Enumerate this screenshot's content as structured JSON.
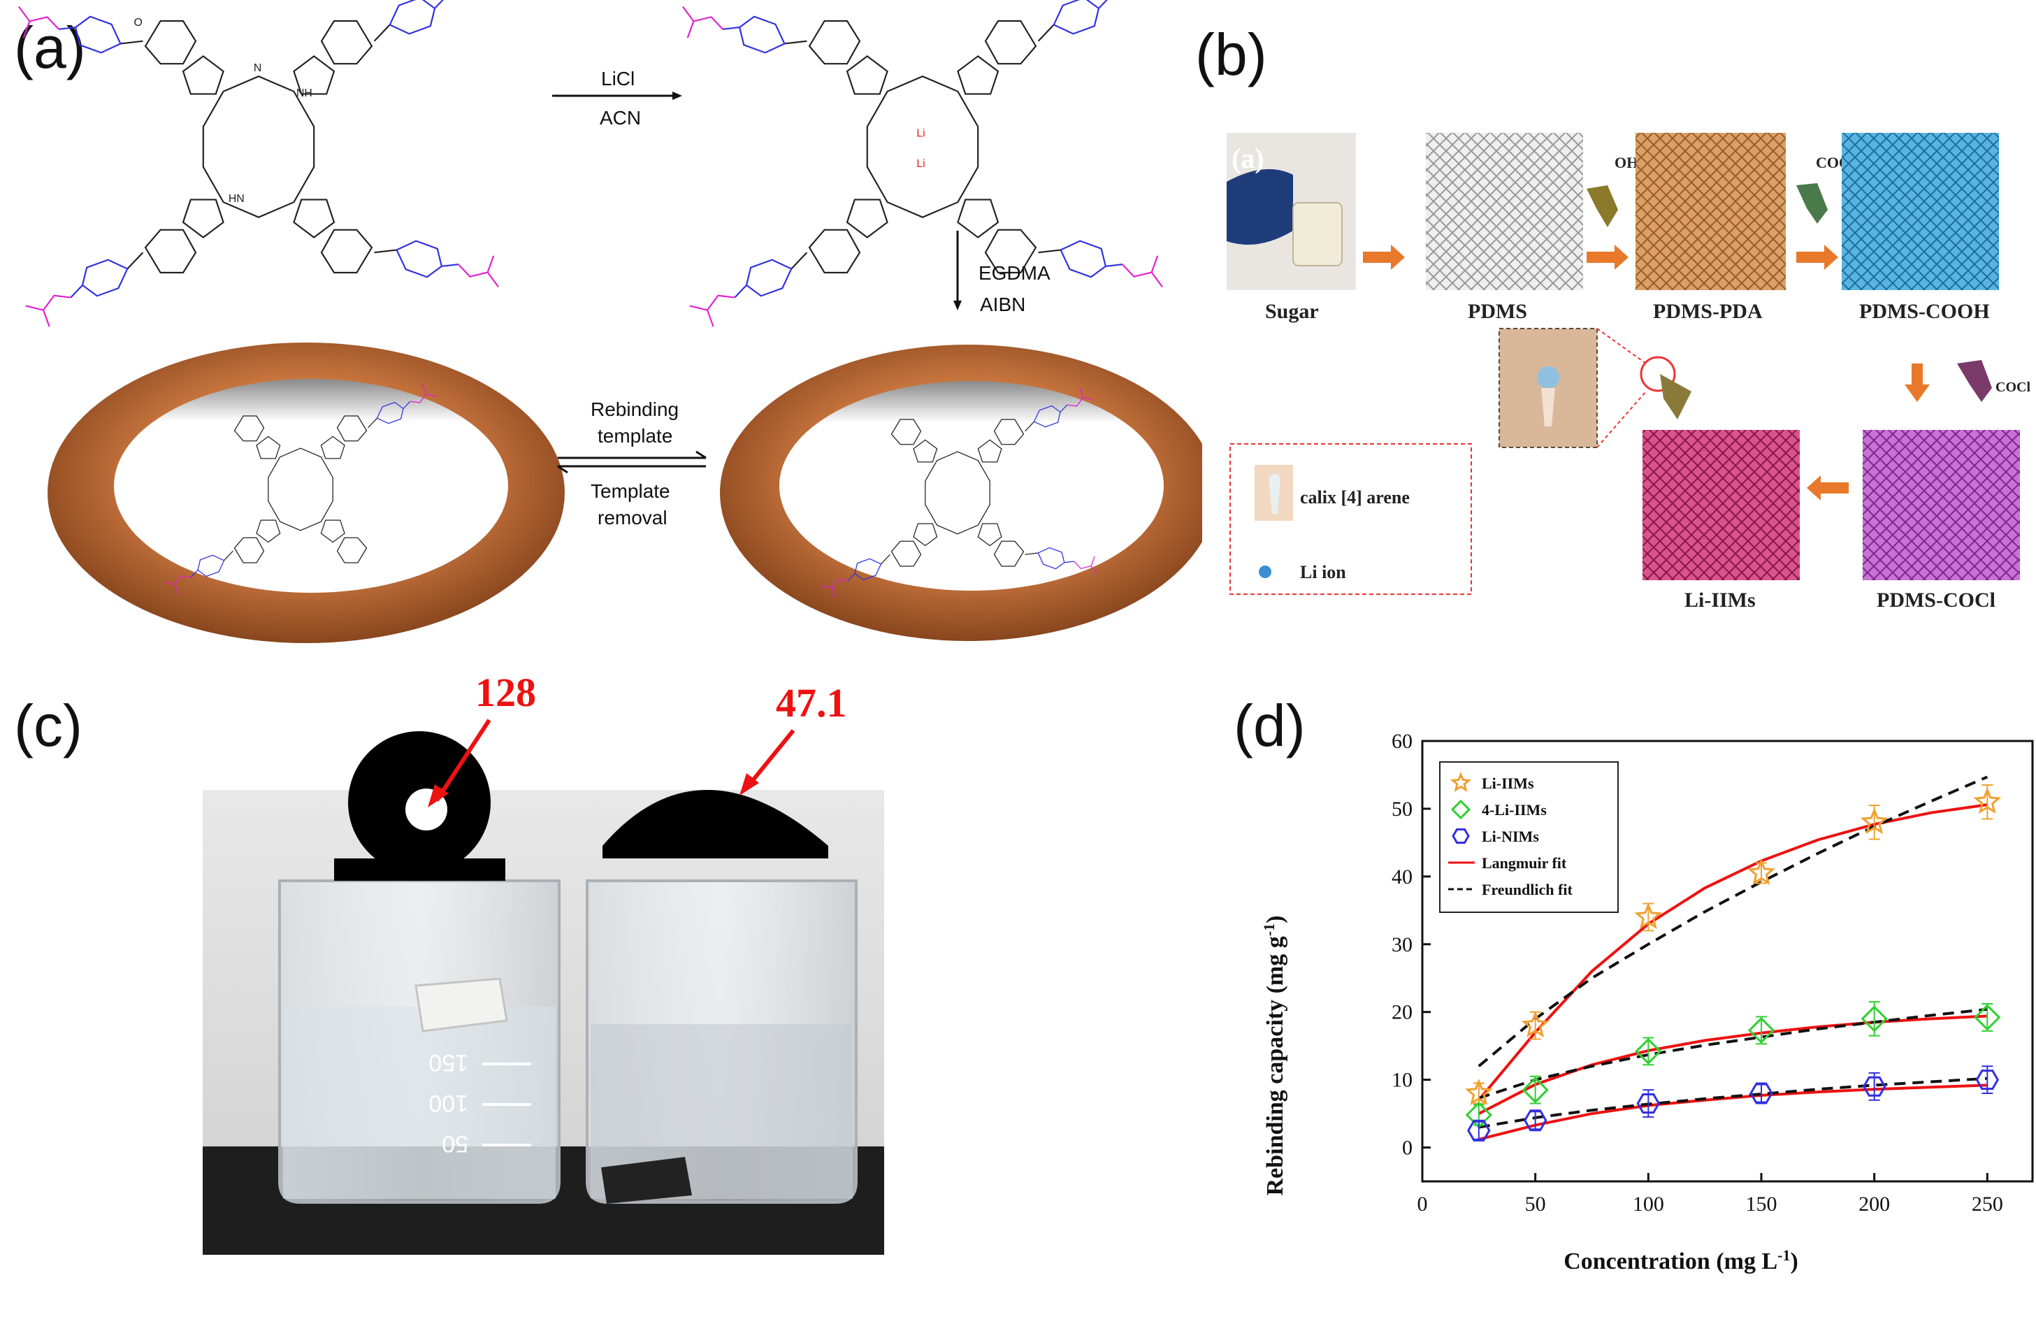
{
  "panel_a": {
    "label": "(a)",
    "step1_reagent1": "LiCl",
    "step1_reagent2": "ACN",
    "step2_reagent1": "EGDMA",
    "step2_reagent2": "AIBN",
    "eq_top1": "Rebinding",
    "eq_top2": "template",
    "eq_bottom1": "Template",
    "eq_bottom2": "removal",
    "atom_N": "N",
    "atom_NH": "NH",
    "atom_HN": "HN",
    "atom_Li": "Li",
    "atom_O": "O"
  },
  "panel_b": {
    "label": "(b)",
    "inset_label": "(a)",
    "steps": [
      "Sugar",
      "PDMS",
      "PDMS-PDA",
      "PDMS-COOH",
      "PDMS-COCl",
      "Li-IIMs"
    ],
    "group_oh": "OH",
    "group_cooh": "COOH",
    "group_cocl": "COCl",
    "legend_calix": "calix [4] arene",
    "legend_li": "Li ion",
    "colors": {
      "pdms": "#d8d8d8",
      "pda": "#c98a4c",
      "cooh": "#3a9bd0",
      "cocl": "#b24fc0",
      "iims": "#c2306e",
      "arrow": "#e8792b"
    }
  },
  "panel_c": {
    "label": "(c)",
    "angle_left": "128",
    "angle_right": "47.1",
    "beaker_marks": [
      "150",
      "100",
      "50"
    ]
  },
  "panel_d": {
    "label": "(d)",
    "chart_data": {
      "type": "scatter",
      "xlabel": "Concentration (mg L",
      "xlabel_sup": "-1",
      "xlabel_end": ")",
      "ylabel": "Rebinding capacity (mg g",
      "ylabel_sup": "-1",
      "ylabel_end": ")",
      "xlim": [
        0,
        270
      ],
      "ylim": [
        -5,
        60
      ],
      "xticks": [
        0,
        50,
        100,
        150,
        200,
        250
      ],
      "yticks": [
        0,
        10,
        20,
        30,
        40,
        50,
        60
      ],
      "legend_position": "top-left",
      "x": [
        25,
        50,
        100,
        150,
        200,
        250
      ],
      "series": [
        {
          "name": "Li-IIMs",
          "marker": "star",
          "color": "#f0a030",
          "values": [
            8,
            18,
            34,
            40.5,
            48,
            51
          ],
          "errors": [
            1.5,
            2,
            2,
            1.5,
            2.5,
            2.5
          ]
        },
        {
          "name": "4-Li-IIMs",
          "marker": "diamond",
          "color": "#2fd02f",
          "values": [
            4.8,
            8.5,
            14.2,
            17.3,
            19,
            19.2
          ],
          "errors": [
            1.5,
            2,
            2,
            2,
            2.5,
            2
          ]
        },
        {
          "name": "Li-NIMs",
          "marker": "hexagon",
          "color": "#3030e0",
          "values": [
            2.5,
            4,
            6.5,
            8,
            9,
            10
          ],
          "errors": [
            1.5,
            1.5,
            2,
            1.5,
            2,
            2
          ]
        }
      ],
      "fits": [
        {
          "name": "Langmuir fit",
          "color": "#ee1111",
          "style": "solid",
          "curves": [
            [
              [
                25,
                7
              ],
              [
                50,
                17
              ],
              [
                75,
                26
              ],
              [
                100,
                33
              ],
              [
                125,
                38.3
              ],
              [
                150,
                42.3
              ],
              [
                175,
                45.4
              ],
              [
                200,
                47.7
              ],
              [
                225,
                49.4
              ],
              [
                250,
                50.6
              ]
            ],
            [
              [
                25,
                5
              ],
              [
                50,
                9.3
              ],
              [
                75,
                12.2
              ],
              [
                100,
                14.3
              ],
              [
                125,
                15.8
              ],
              [
                150,
                16.9
              ],
              [
                175,
                17.8
              ],
              [
                200,
                18.5
              ],
              [
                225,
                19
              ],
              [
                250,
                19.4
              ]
            ],
            [
              [
                25,
                1.2
              ],
              [
                50,
                3.3
              ],
              [
                75,
                5
              ],
              [
                100,
                6.2
              ],
              [
                125,
                7
              ],
              [
                150,
                7.7
              ],
              [
                175,
                8.2
              ],
              [
                200,
                8.6
              ],
              [
                225,
                8.9
              ],
              [
                250,
                9.2
              ]
            ]
          ]
        },
        {
          "name": "Freundlich fit",
          "color": "#111111",
          "style": "dashed",
          "curves": [
            [
              [
                25,
                12
              ],
              [
                50,
                19
              ],
              [
                75,
                25
              ],
              [
                100,
                30
              ],
              [
                125,
                34.8
              ],
              [
                150,
                39.2
              ],
              [
                175,
                43.4
              ],
              [
                200,
                47.4
              ],
              [
                225,
                51.1
              ],
              [
                250,
                54.7
              ]
            ],
            [
              [
                25,
                7.3
              ],
              [
                50,
                10
              ],
              [
                75,
                12
              ],
              [
                100,
                13.7
              ],
              [
                125,
                15.1
              ],
              [
                150,
                16.3
              ],
              [
                175,
                17.5
              ],
              [
                200,
                18.5
              ],
              [
                225,
                19.5
              ],
              [
                250,
                20.4
              ]
            ],
            [
              [
                25,
                3
              ],
              [
                50,
                4.4
              ],
              [
                75,
                5.5
              ],
              [
                100,
                6.4
              ],
              [
                125,
                7.2
              ],
              [
                150,
                7.9
              ],
              [
                175,
                8.6
              ],
              [
                200,
                9.2
              ],
              [
                225,
                9.7
              ],
              [
                250,
                10.2
              ]
            ]
          ]
        }
      ]
    }
  }
}
